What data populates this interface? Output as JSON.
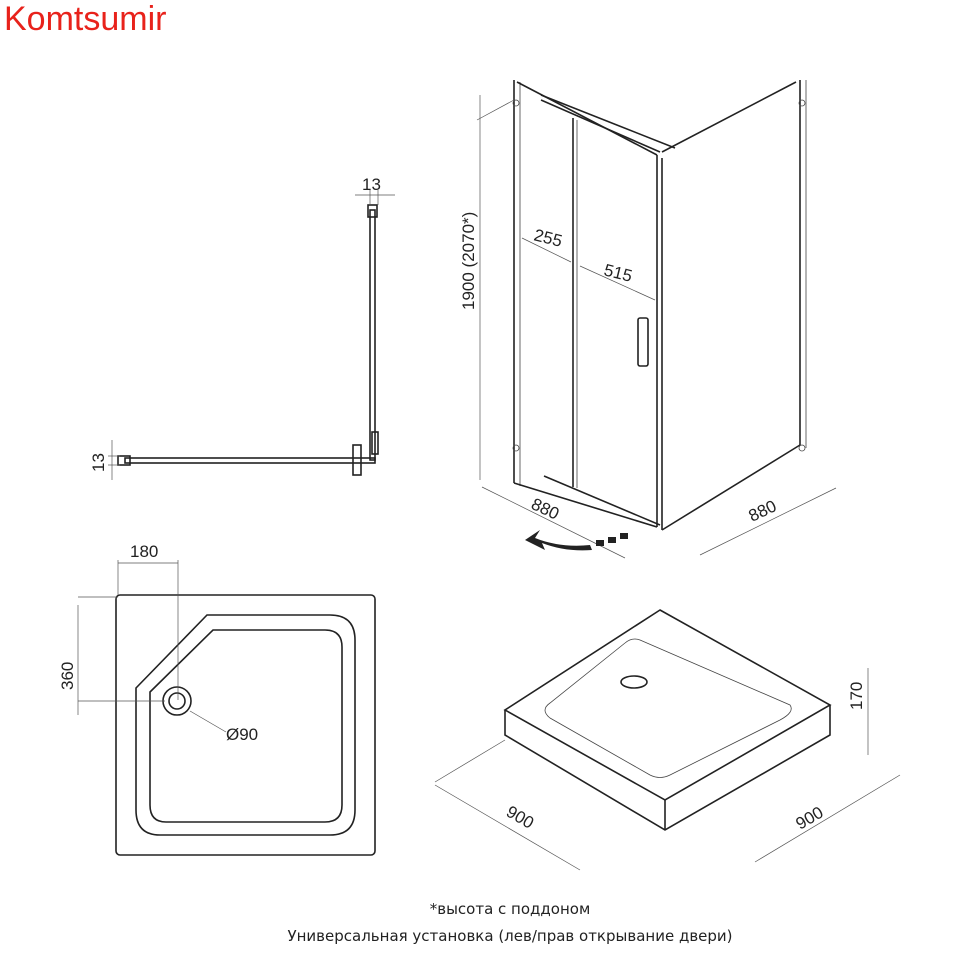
{
  "brand": "Komtsumir",
  "plan_view": {
    "glass_thickness_top": "13",
    "glass_thickness_side": "13"
  },
  "enclosure_view": {
    "height": "1900 (2070*)",
    "fixed_panel_width": "255",
    "door_opening": "515",
    "width_left": "880",
    "width_right": "880"
  },
  "tray_top_view": {
    "drain_offset_x": "180",
    "drain_offset_y": "360",
    "drain_diameter": "Ø90"
  },
  "tray_iso_view": {
    "width_left": "900",
    "width_right": "900",
    "height": "170"
  },
  "notes": {
    "footnote": "*высота с поддоном",
    "install": "Универсальная установка (лев/прав открывание двери)"
  },
  "colors": {
    "brand": "#e8221b",
    "line": "#222222"
  }
}
